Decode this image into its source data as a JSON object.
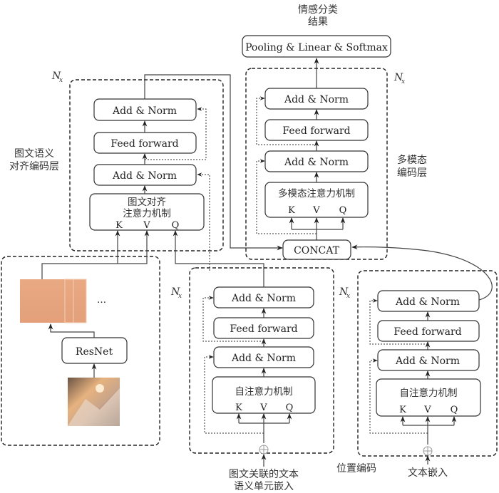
{
  "output_label": [
    "情感分类",
    "结果"
  ],
  "pooling_box": "Pooling & Linear & Softmax",
  "nx": {
    "main": "N",
    "sub": "x"
  },
  "modules": {
    "alignment_encoder": {
      "side_label": [
        "图文语义",
        "对齐编码层"
      ],
      "add_norm_top": "Add & Norm",
      "feed_forward": "Feed forward",
      "add_norm_bottom": "Add & Norm",
      "attention": [
        "图文对齐",
        "注意力机制"
      ],
      "kvq": [
        "K",
        "V",
        "Q"
      ]
    },
    "multimodal_encoder": {
      "side_label": [
        "多模态",
        "编码层"
      ],
      "add_norm_top": "Add & Norm",
      "feed_forward": "Feed forward",
      "add_norm_bottom": "Add & Norm",
      "attention": "多模态注意力机制",
      "kvq": [
        "K",
        "V",
        "Q"
      ],
      "concat": "CONCAT"
    },
    "image_encoder": {
      "resnet": "ResNet",
      "ellipsis": "…",
      "feature_color": "#E8A57F"
    },
    "semantic_unit_encoder": {
      "add_norm_top": "Add & Norm",
      "feed_forward": "Feed forward",
      "add_norm_bottom": "Add & Norm",
      "attention": "自注意力机制",
      "kvq": [
        "K",
        "V",
        "Q"
      ],
      "input_label": [
        "图文关联的文本",
        "语义单元嵌入"
      ]
    },
    "text_encoder": {
      "add_norm_top": "Add & Norm",
      "feed_forward": "Feed forward",
      "add_norm_bottom": "Add & Norm",
      "attention": "自注意力机制",
      "kvq": [
        "K",
        "V",
        "Q"
      ],
      "input_label": "文本嵌入"
    }
  },
  "position_encoding_label": "位置编码"
}
